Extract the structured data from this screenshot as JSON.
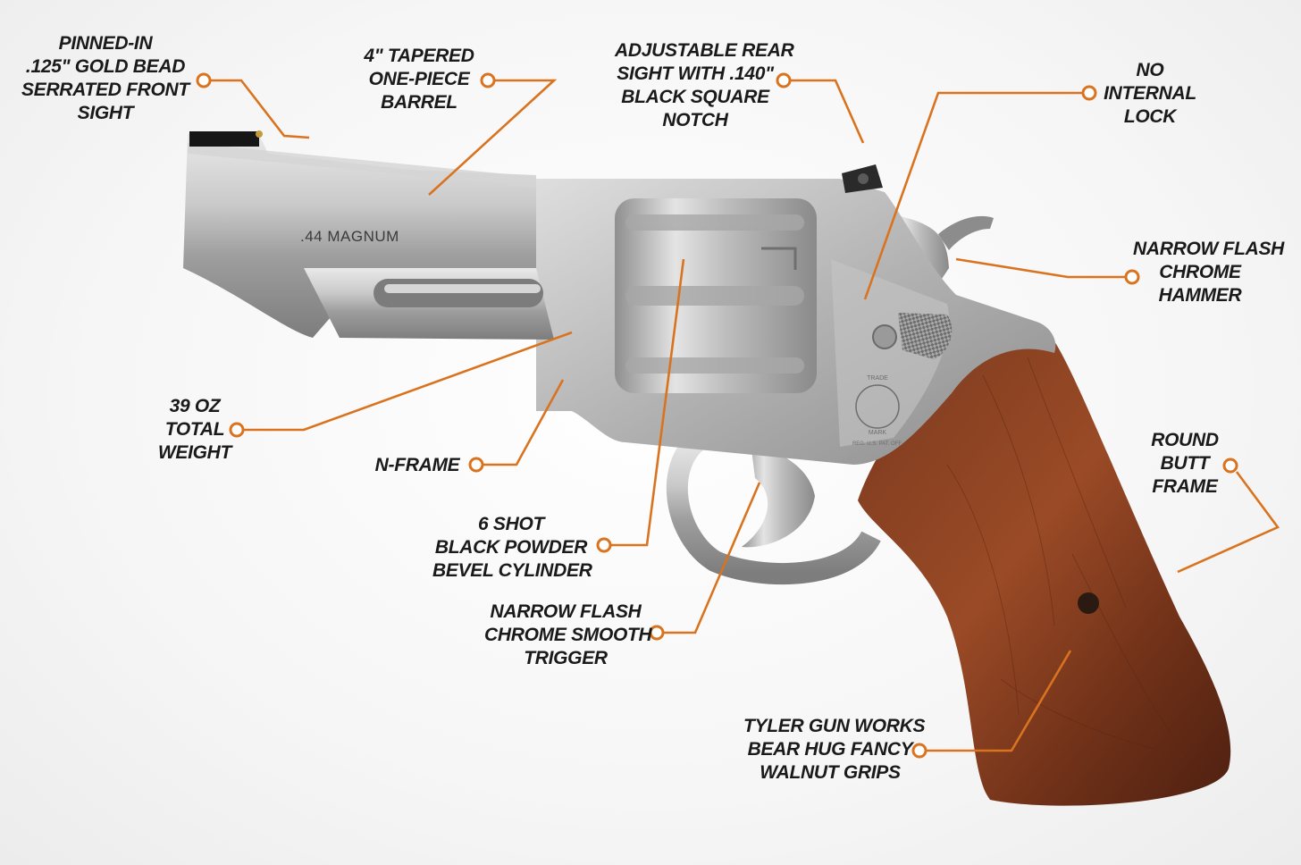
{
  "accent_color": "#d9731f",
  "engraving": ".44 MAGNUM",
  "callouts": {
    "front_sight": [
      "PINNED-IN",
      ".125\" GOLD BEAD",
      "SERRATED FRONT",
      "SIGHT"
    ],
    "barrel": [
      "4\" TAPERED",
      "ONE-PIECE",
      "BARREL"
    ],
    "rear_sight": [
      "ADJUSTABLE REAR",
      "SIGHT WITH .140\"",
      "BLACK SQUARE",
      "NOTCH"
    ],
    "internal_lock": [
      "NO",
      "INTERNAL",
      "LOCK"
    ],
    "hammer": [
      "NARROW FLASH",
      "CHROME",
      "HAMMER"
    ],
    "weight": [
      "39 OZ",
      "TOTAL",
      "WEIGHT"
    ],
    "frame": [
      "N-FRAME"
    ],
    "cylinder": [
      "6 SHOT",
      "BLACK POWDER",
      "BEVEL CYLINDER"
    ],
    "trigger": [
      "NARROW FLASH",
      "CHROME SMOOTH",
      "TRIGGER"
    ],
    "butt": [
      "ROUND",
      "BUTT",
      "FRAME"
    ],
    "grips": [
      "TYLER GUN WORKS",
      "BEAR HUG FANCY",
      "WALNUT GRIPS"
    ]
  },
  "stamp": {
    "top": "TRADE",
    "bottom": "MARK",
    "reg": "REG. U.S. PAT. OFF."
  }
}
